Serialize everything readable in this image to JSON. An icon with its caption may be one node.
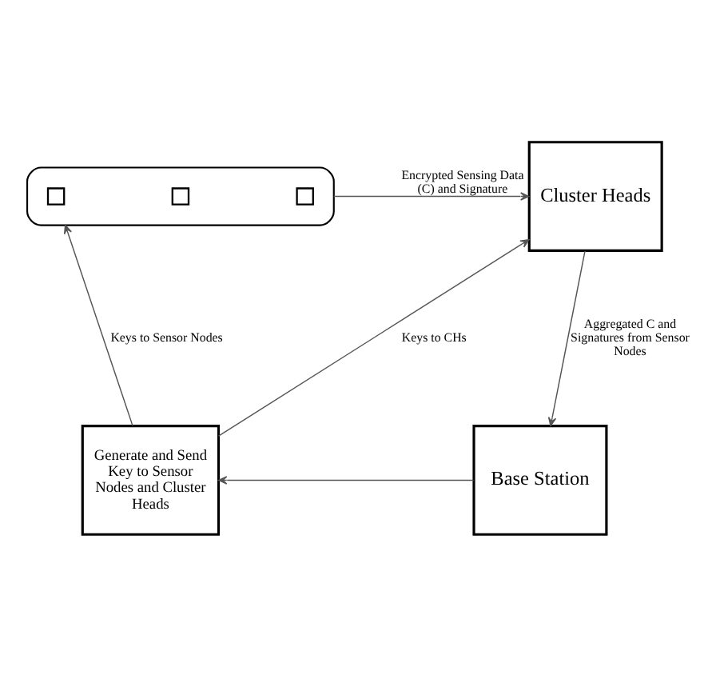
{
  "diagram": {
    "nodes": [
      {
        "text": [],
        "shape": "cloud"
      },
      {
        "text": [],
        "shape": "box",
        "in": 0
      },
      {
        "text": [],
        "shape": "box",
        "in": 0
      },
      {
        "text": [],
        "shape": "box",
        "in": 0
      },
      {
        "text": [
          "Cluster Heads"
        ]
      },
      {
        "text": [
          "Base Station"
        ]
      },
      {
        "text": [
          "Generate and Send Key to Sensor Nodes and Cluster Heads"
        ]
      }
    ],
    "edges": [
      {
        "from": 0,
        "to": 4,
        "arrow": "to",
        "label": "Encrypted Sensing Data (C) and Signature"
      },
      {
        "from": 4,
        "to": 5,
        "arrow": "to",
        "label": "Aggregated C and Signatures from Sensor Nodes"
      },
      {
        "from": 5,
        "to": 6,
        "arrow": "to"
      },
      {
        "from": 6,
        "to": 0,
        "arrow": "to",
        "label": "Keys to Sensor Nodes"
      },
      {
        "from": 6,
        "to": 4,
        "arrow": "to",
        "label": "Keys to CHs"
      }
    ]
  }
}
